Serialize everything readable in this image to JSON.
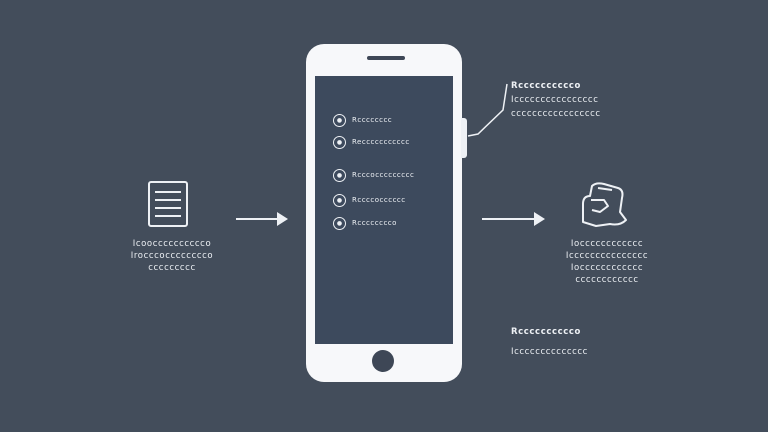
{
  "left": {
    "icon": "document-icon",
    "lines": [
      "Icoocccccccccco",
      "Irocccocccccccco",
      "ccccccccc"
    ]
  },
  "phone": {
    "menu": [
      {
        "icon": "chat-icon",
        "label": "Rcccccccc"
      },
      {
        "icon": "chat-icon",
        "label": "Reccccccccccc"
      },
      {
        "icon": "info-icon",
        "label": "Rcccoccccccccc"
      },
      {
        "icon": "refresh-icon",
        "label": "Rccccocccccc"
      },
      {
        "icon": "chat-icon",
        "label": "Rcccccccco"
      }
    ]
  },
  "callout": {
    "title": "Rcccccccccco",
    "lines": [
      "Icccccccccccccccc",
      "ccccccccccccccccc"
    ]
  },
  "right": {
    "icon": "hand-icon",
    "lines": [
      "Iocccccccccccc",
      "Iccccccccccccccc",
      "Iocccccccccccc",
      "cccccccccccc"
    ]
  },
  "bottom_note": {
    "title": "Rcccccccccco",
    "lines": [
      "Icccccccccccccc"
    ]
  },
  "colors": {
    "background": "#434d5b",
    "screen": "#3d4a5d",
    "foreground": "#eef1f5"
  }
}
